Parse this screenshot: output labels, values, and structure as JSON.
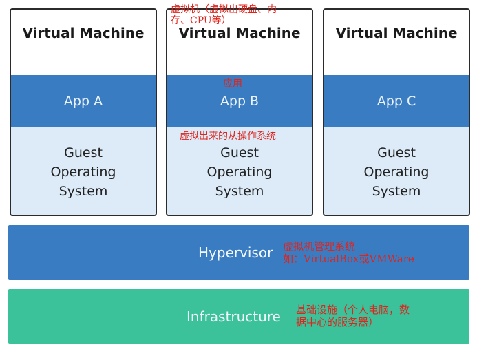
{
  "vms": [
    {
      "title": "Virtual Machine",
      "app": "App A",
      "guest": [
        "Guest",
        "Operating",
        "System"
      ]
    },
    {
      "title": "Virtual Machine",
      "app": "App B",
      "guest": [
        "Guest",
        "Operating",
        "System"
      ]
    },
    {
      "title": "Virtual Machine",
      "app": "App C",
      "guest": [
        "Guest",
        "Operating",
        "System"
      ]
    }
  ],
  "hypervisor": {
    "label": "Hypervisor"
  },
  "infrastructure": {
    "label": "Infrastructure"
  },
  "annotations": {
    "vm": [
      "虚拟机（虚拟出硬盘、内",
      "存、CPU等）"
    ],
    "app": "应用",
    "guest_os": "虚拟出来的从操作系统",
    "hypervisor": [
      "虚拟机管理系统",
      "如：VirtualBox或VMWare"
    ],
    "infrastructure": [
      "基础设施（个人电脑，数",
      "据中心的服务器）"
    ]
  },
  "colors": {
    "app_blue": "#3a7cc2",
    "guest_light_blue": "#dcebf7",
    "infrastructure_green": "#3bc29a",
    "annotation_red": "#e0231b"
  }
}
